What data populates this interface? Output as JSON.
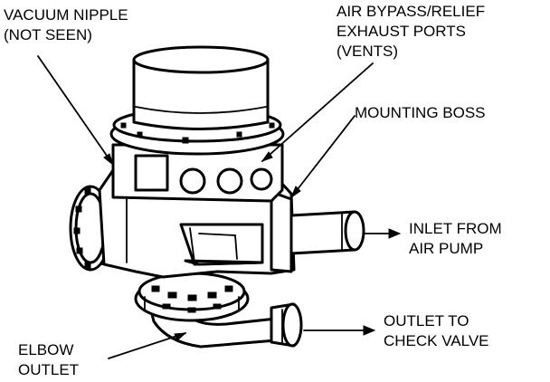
{
  "labels": {
    "vacuum_nipple": [
      "VACUUM NIPPLE",
      "(NOT SEEN)"
    ],
    "air_bypass": [
      "AIR BYPASS/RELIEF",
      "EXHAUST PORTS",
      "(VENTS)"
    ],
    "mounting_boss": [
      "MOUNTING BOSS"
    ],
    "inlet": [
      "INLET FROM",
      "AIR PUMP"
    ],
    "outlet": [
      "OUTLET TO",
      "CHECK VALVE"
    ],
    "elbow": [
      "ELBOW",
      "OUTLET"
    ]
  },
  "colors": {
    "ink": "#000000",
    "paper": "#ffffff"
  }
}
